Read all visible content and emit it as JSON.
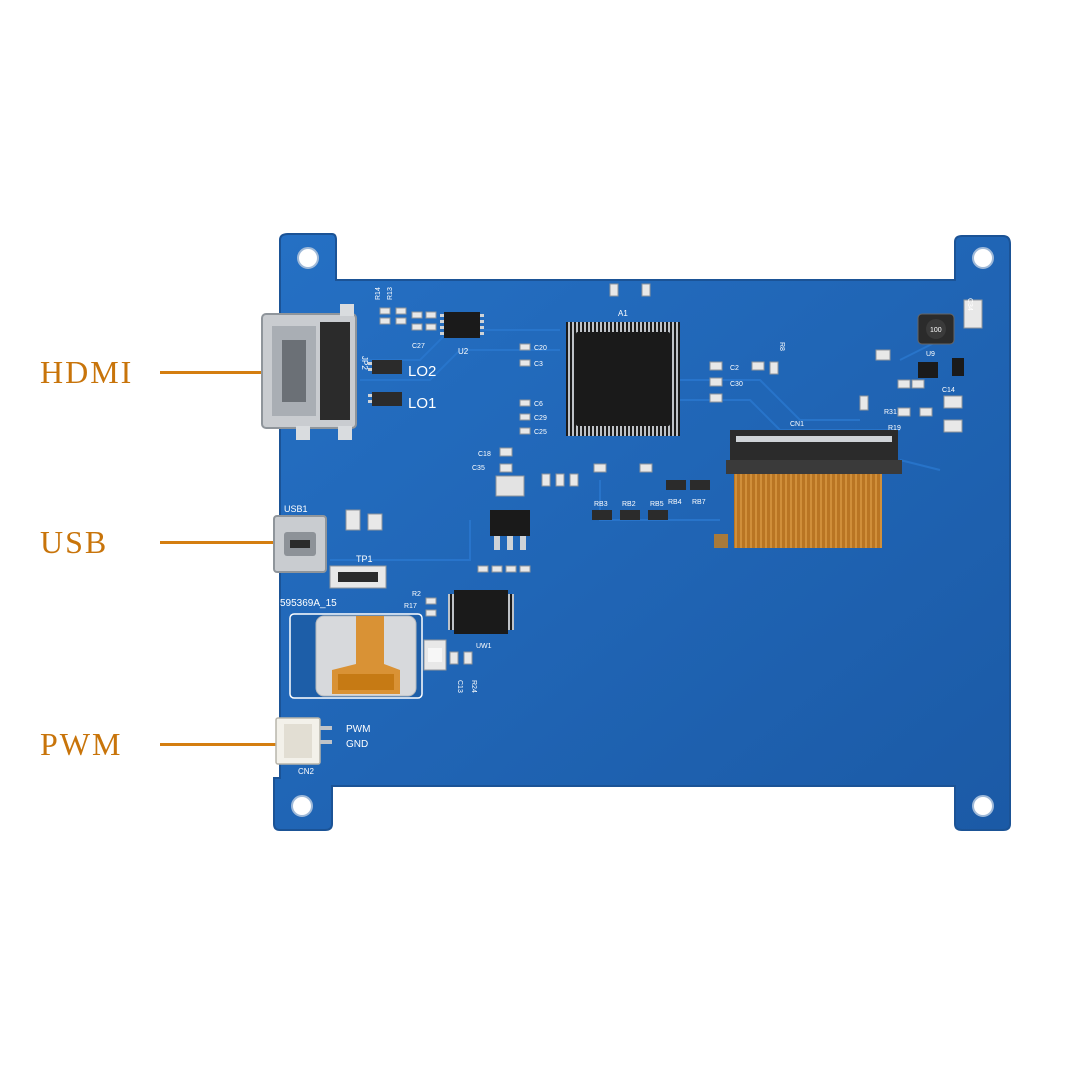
{
  "callouts": {
    "hdmi": "HDMI",
    "usb": "USB",
    "pwm": "PWM"
  },
  "board_labels": {
    "lo2": "LO2",
    "lo1": "LO1",
    "usb1": "USB1",
    "tp1": "TP1",
    "part_no": "595369A_15",
    "cn1": "CN1",
    "cn2": "CN2",
    "pwm_pin": "PWM",
    "gnd_pin": "GND",
    "a1": "A1",
    "u2": "U2",
    "u9": "U9",
    "uw1": "UW1",
    "jp2": "JP2",
    "rb3": "RB3",
    "rb2": "RB2",
    "rb5": "RB5",
    "rb4": "RB4",
    "rb7": "RB7",
    "c20": "C20",
    "c3": "C3",
    "c6": "C6",
    "c29": "C29",
    "c25": "C25",
    "c18": "C18",
    "c35": "C35",
    "c2": "C2",
    "c30": "C30",
    "c14": "C14",
    "r19": "R19",
    "r31": "R31",
    "r17": "R17",
    "r2": "R2",
    "c13": "C13",
    "r24": "R24",
    "c34": "C34",
    "r8": "R8",
    "r14": "R14",
    "r13": "R13",
    "c27": "C27",
    "inductor": "100"
  },
  "colors": {
    "callout": "#c8740a",
    "pcb": "#1f64b4",
    "pcb_dark": "#185496",
    "silkscreen": "#ffffff",
    "flex_cable": "#b87320",
    "chip": "#1a1a1a",
    "connector": "#c9ccd0"
  }
}
